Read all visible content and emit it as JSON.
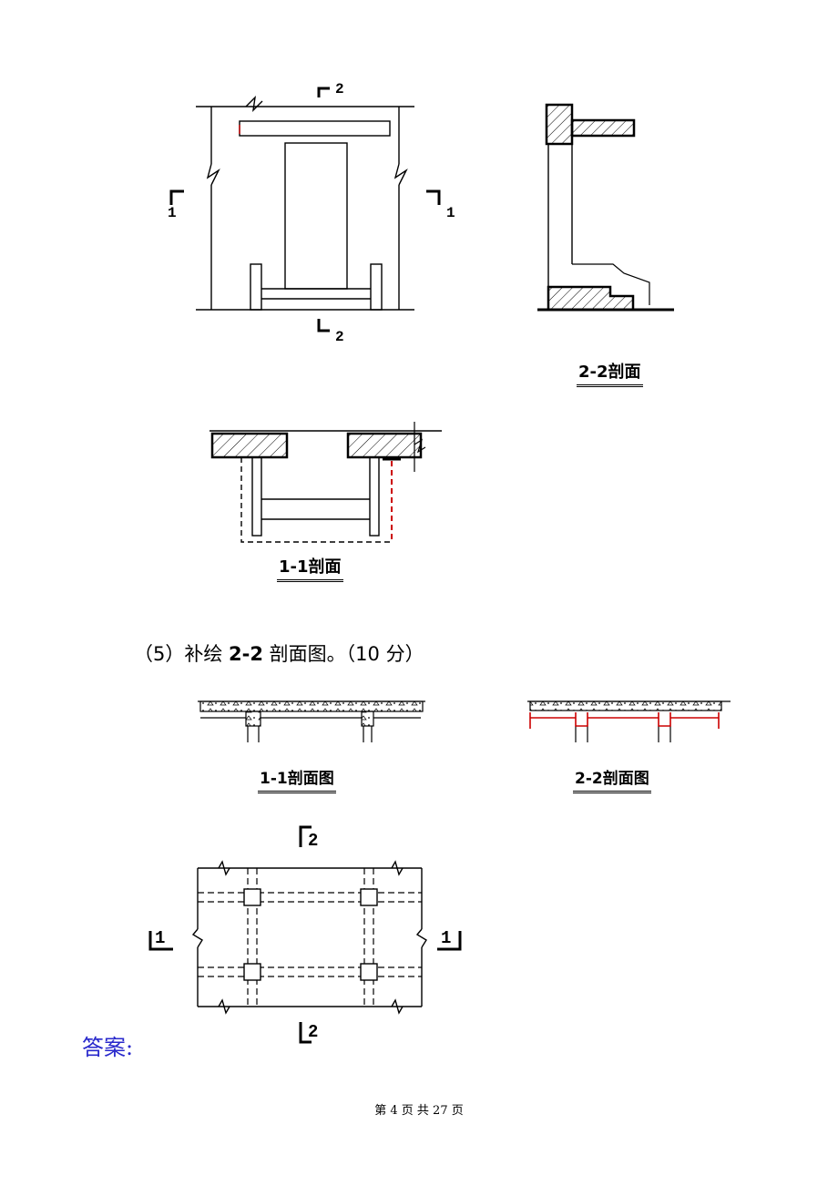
{
  "figures": {
    "top_plan": {
      "marks": {
        "s2_top": "2",
        "s2_bottom": "2",
        "s1_left": "1",
        "s1_right": "1"
      }
    },
    "top_section22": {
      "caption": "2-2剖面"
    },
    "top_section11": {
      "caption": "1-1剖面"
    },
    "slab_section11": {
      "caption": "1-1剖面图"
    },
    "slab_section22": {
      "caption": "2-2剖面图"
    },
    "beam_plan": {
      "marks": {
        "s2_top": "2",
        "s2_bottom": "2",
        "s1_left": "1",
        "s1_right": "1"
      }
    }
  },
  "question": {
    "prefix": "（5）补绘 ",
    "bold": "2-2",
    "suffix": " 剖面图。（10 分）"
  },
  "answer_label": "答案:",
  "footer": {
    "text": "第 4 页 共 27 页"
  },
  "colors": {
    "answer_blue": "#2929cc",
    "correction_red": "#cc0000"
  }
}
